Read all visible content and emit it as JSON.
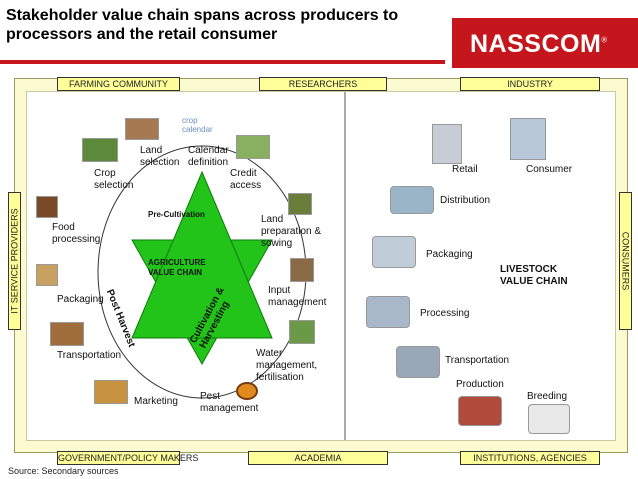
{
  "title": "Stakeholder value chain spans across producers to processors and the retail consumer",
  "logo": {
    "text": "NASSCOM",
    "mark": "®"
  },
  "tabs": {
    "top": [
      "FARMING COMMUNITY",
      "RESEARCHERS",
      "INDUSTRY"
    ],
    "bottom": [
      "GOVERNMENT/POLICY MAKERS",
      "ACADEMIA",
      "INSTITUTIONS, AGENCIES"
    ],
    "left": "IT SERVICE PROVIDERS",
    "right": "CONSUMERS"
  },
  "agriculture": {
    "center": "AGRICULTURE VALUE CHAIN",
    "phases": {
      "pre": "Pre-Cultivation",
      "cultivation": "Cultivation & Harvesting",
      "post": "Post Harvest"
    },
    "steps": {
      "land_selection": "Land selection",
      "calendar_definition": "Calendar definition",
      "crop_selection": "Crop selection",
      "credit_access": "Credit access",
      "food_processing": "Food processing",
      "land_preparation": "Land preparation & sowing",
      "packaging": "Packaging",
      "input_management": "Input management",
      "transportation": "Transportation",
      "water_management": "Water management, fertilisation",
      "marketing": "Marketing",
      "pest_management": "Pest management"
    },
    "calendar_icon_text": "crop calendar"
  },
  "livestock": {
    "center": "LIVESTOCK VALUE CHAIN",
    "steps": {
      "retail": "Retail",
      "consumer": "Consumer",
      "distribution": "Distribution",
      "packaging": "Packaging",
      "processing": "Processing",
      "transportation": "Transportation",
      "production": "Production",
      "breeding": "Breeding"
    }
  },
  "source": "Source: Secondary sources",
  "colors": {
    "brand_red": "#c4161c",
    "tab_yellow": "#ffff99",
    "frame": "#fbfad1",
    "star_green": "#22c41a"
  }
}
